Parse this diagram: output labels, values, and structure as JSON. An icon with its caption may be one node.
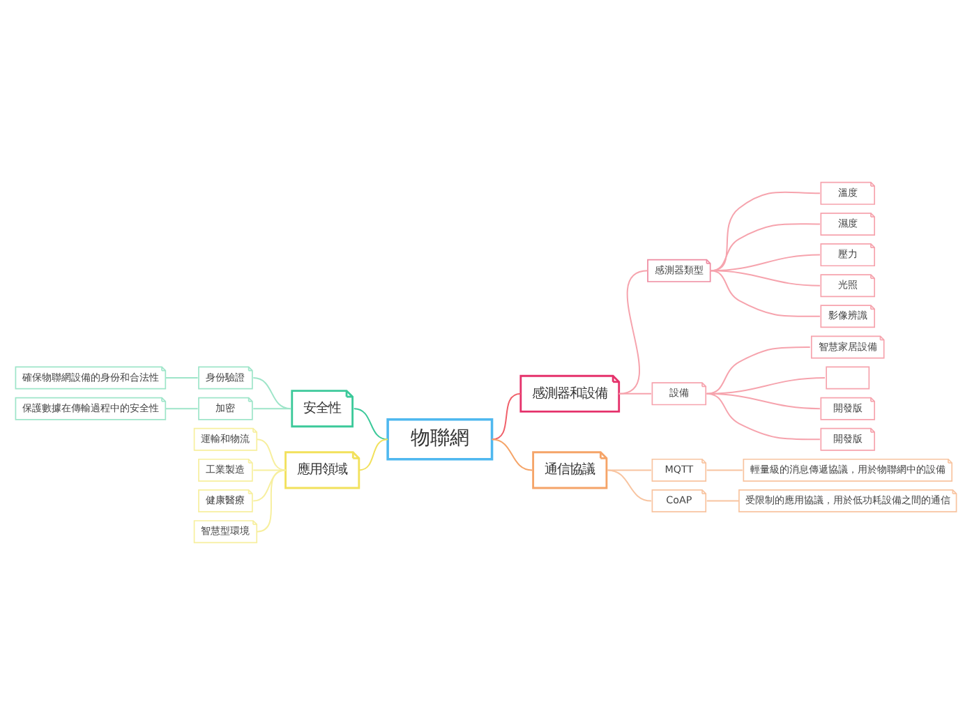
{
  "diagram": {
    "nodes": [
      {
        "text": [
          "物聯網"
        ]
      },
      {
        "text": [
          "安全性"
        ]
      },
      {
        "text": [
          "身份驗證"
        ]
      },
      {
        "text": [
          "確保物聯網設備的身份和合法性"
        ]
      },
      {
        "text": [
          "加密"
        ]
      },
      {
        "text": [
          "保護數據在傳輸過程中的安全性"
        ]
      },
      {
        "text": [
          "應用領域"
        ]
      },
      {
        "text": [
          "運輸和物流"
        ]
      },
      {
        "text": [
          "工業製造"
        ]
      },
      {
        "text": [
          "健康醫療"
        ]
      },
      {
        "text": [
          "智慧型環境"
        ]
      },
      {
        "text": [
          "感測器和設備"
        ]
      },
      {
        "text": [
          "感測器類型"
        ]
      },
      {
        "text": [
          "溫度"
        ]
      },
      {
        "text": [
          "濕度"
        ]
      },
      {
        "text": [
          "壓力"
        ]
      },
      {
        "text": [
          "光照"
        ]
      },
      {
        "text": [
          "影像辨識"
        ]
      },
      {
        "text": [
          "設備"
        ]
      },
      {
        "text": [
          "智慧家居設備"
        ]
      },
      {
        "text": [],
        "shape": "box"
      },
      {
        "text": [
          "開發版"
        ]
      },
      {
        "text": [
          "開發版"
        ]
      },
      {
        "text": [
          "通信協議"
        ]
      },
      {
        "text": [
          "MQTT"
        ]
      },
      {
        "text": [
          "輕量級的消息傳遞協議，用於物聯網中的設備"
        ]
      },
      {
        "text": [
          "CoAP"
        ]
      },
      {
        "text": [
          "受限制的應用協議，用於低功耗設備之間的通信"
        ]
      }
    ],
    "edges": [
      {
        "from": 0,
        "to": 1,
        "arrow": "none",
        "color": "#3cc99a"
      },
      {
        "from": 1,
        "to": 2,
        "arrow": "none",
        "color": "#9ee5c9"
      },
      {
        "from": 2,
        "to": 3,
        "arrow": "none",
        "color": "#9ee5c9"
      },
      {
        "from": 1,
        "to": 4,
        "arrow": "none",
        "color": "#9ee5c9"
      },
      {
        "from": 4,
        "to": 5,
        "arrow": "none",
        "color": "#9ee5c9"
      },
      {
        "from": 0,
        "to": 6,
        "arrow": "none",
        "color": "#f2e15c"
      },
      {
        "from": 6,
        "to": 7,
        "arrow": "none",
        "color": "#f7ef9e"
      },
      {
        "from": 6,
        "to": 8,
        "arrow": "none",
        "color": "#f7ef9e"
      },
      {
        "from": 6,
        "to": 9,
        "arrow": "none",
        "color": "#f7ef9e"
      },
      {
        "from": 6,
        "to": 10,
        "arrow": "none",
        "color": "#f7ef9e"
      },
      {
        "from": 0,
        "to": 11,
        "arrow": "none",
        "color": "#f0606a"
      },
      {
        "from": 11,
        "to": 12,
        "arrow": "none"
      },
      {
        "from": 12,
        "to": 13,
        "arrow": "none"
      },
      {
        "from": 12,
        "to": 14,
        "arrow": "none"
      },
      {
        "from": 12,
        "to": 15,
        "arrow": "none"
      },
      {
        "from": 12,
        "to": 16,
        "arrow": "none"
      },
      {
        "from": 12,
        "to": 17,
        "arrow": "none"
      },
      {
        "from": 11,
        "to": 18,
        "arrow": "none"
      },
      {
        "from": 18,
        "to": 19,
        "arrow": "none"
      },
      {
        "from": 18,
        "to": 20,
        "arrow": "none"
      },
      {
        "from": 18,
        "to": 21,
        "arrow": "none"
      },
      {
        "from": 18,
        "to": 22,
        "arrow": "none"
      },
      {
        "from": 0,
        "to": 23,
        "arrow": "none",
        "color": "#f5a468"
      },
      {
        "from": 23,
        "to": 24,
        "arrow": "none",
        "color": "#f8c4a0"
      },
      {
        "from": 24,
        "to": 25,
        "arrow": "none",
        "color": "#f8c4a0"
      },
      {
        "from": 23,
        "to": 26,
        "arrow": "none",
        "color": "#f8c4a0"
      },
      {
        "from": 26,
        "to": 27,
        "arrow": "none",
        "color": "#f8c4a0"
      }
    ]
  }
}
